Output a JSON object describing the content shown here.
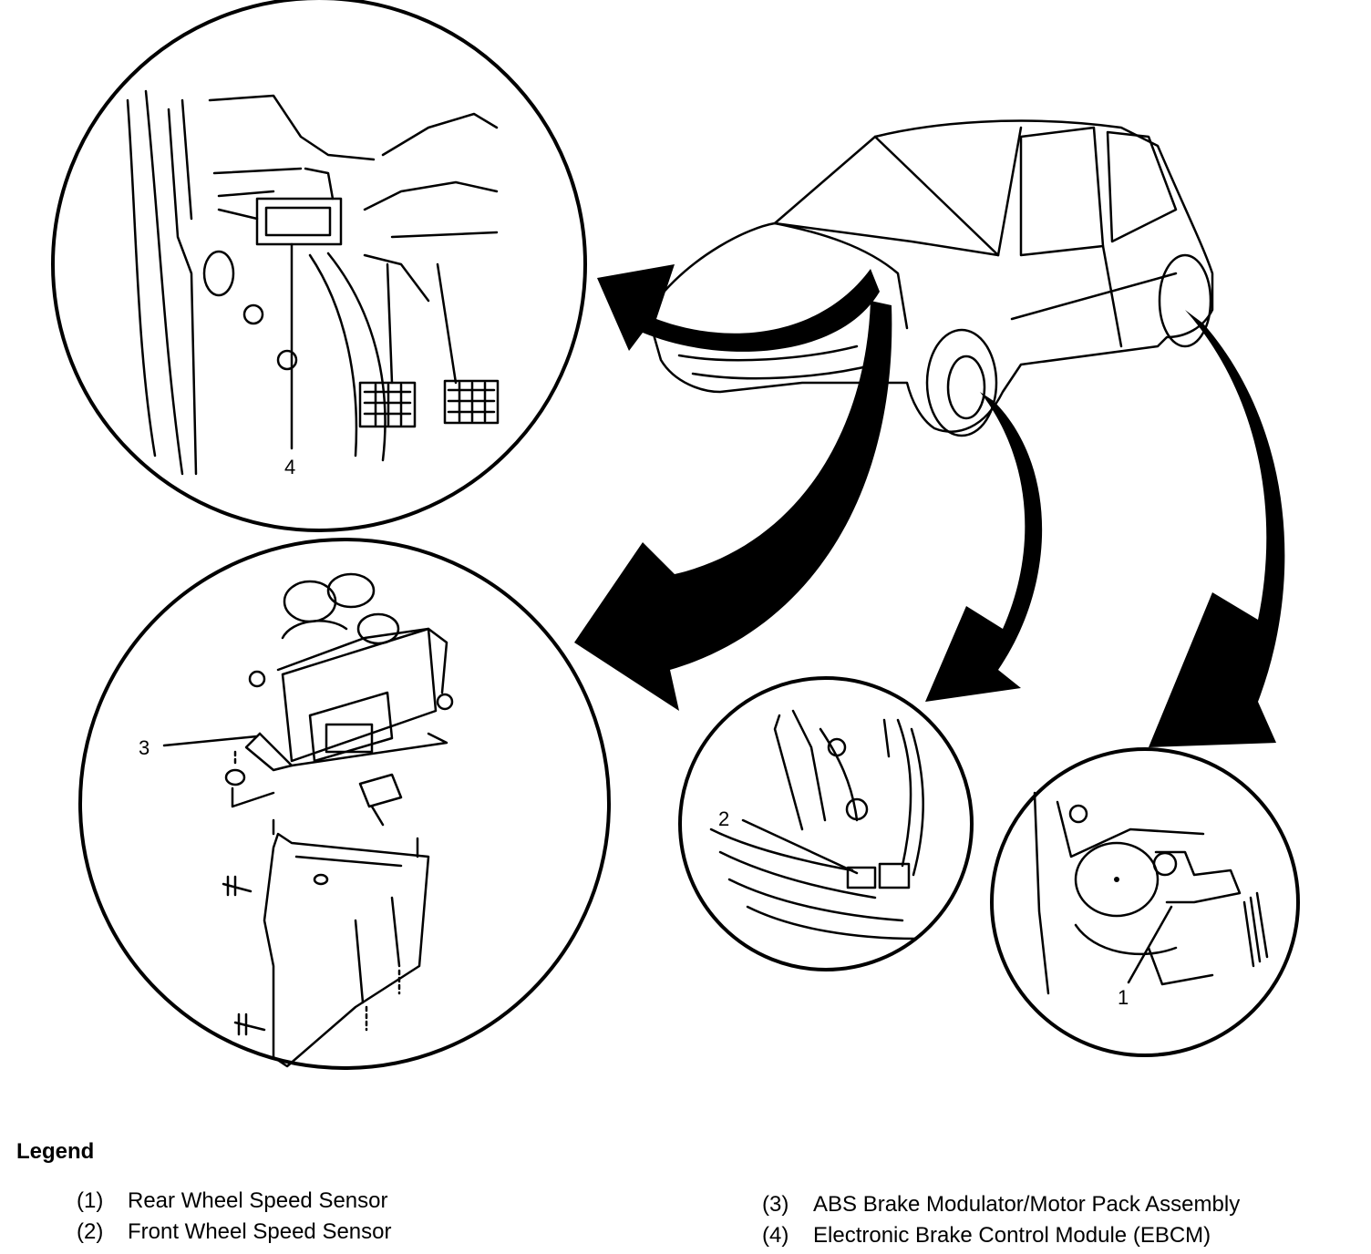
{
  "callouts": {
    "c1": "1",
    "c2": "2",
    "c3": "3",
    "c4": "4"
  },
  "legend": {
    "title": "Legend",
    "items": [
      {
        "num": "(1)",
        "label": "Rear Wheel Speed Sensor"
      },
      {
        "num": "(2)",
        "label": "Front Wheel Speed Sensor"
      },
      {
        "num": "(3)",
        "label": "ABS Brake Modulator/Motor Pack Assembly"
      },
      {
        "num": "(4)",
        "label": "Electronic Brake Control Module (EBCM)"
      }
    ]
  }
}
